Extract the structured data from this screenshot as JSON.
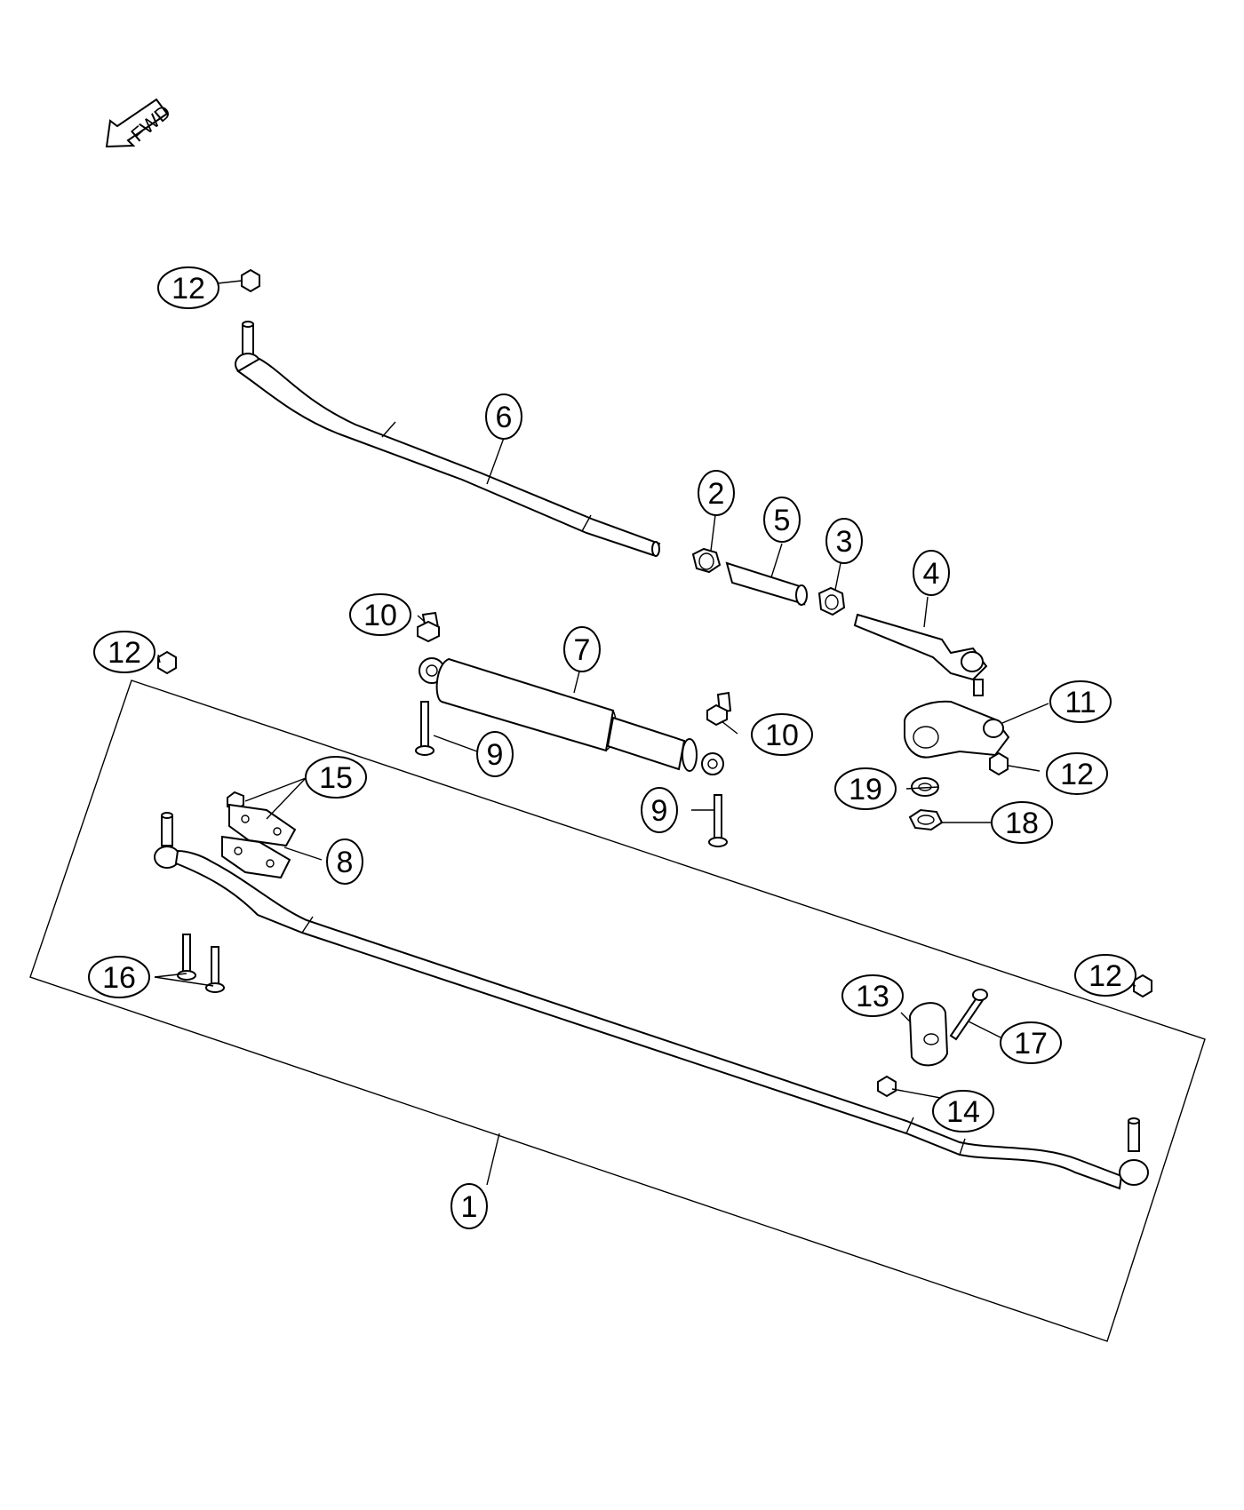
{
  "fwd_label": "FWD",
  "callouts": {
    "c1": "1",
    "c2": "2",
    "c3": "3",
    "c4": "4",
    "c5": "5",
    "c6": "6",
    "c7": "7",
    "c8": "8",
    "c9a": "9",
    "c9b": "9",
    "c10a": "10",
    "c10b": "10",
    "c11": "11",
    "c12a": "12",
    "c12b": "12",
    "c12c": "12",
    "c12d": "12",
    "c13": "13",
    "c14": "14",
    "c15": "15",
    "c16": "16",
    "c17": "17",
    "c18": "18",
    "c19": "19"
  }
}
